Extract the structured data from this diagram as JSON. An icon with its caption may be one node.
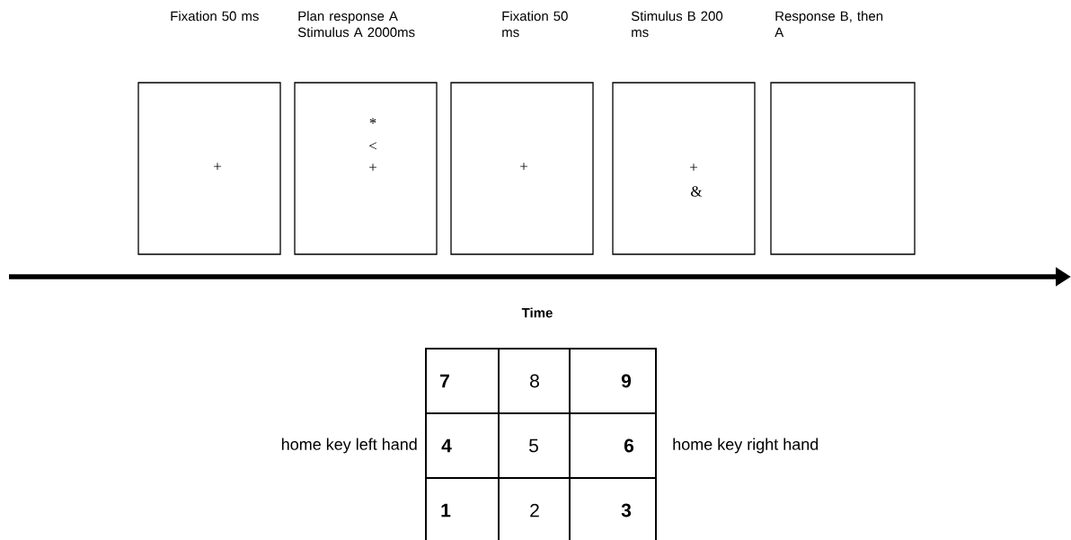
{
  "diagram": {
    "nodes": [
      {
        "text": [
          "Fixation 50 ms",
          "+"
        ]
      },
      {
        "text": [
          "Plan response A Stimulus A 2000ms",
          "*",
          "<",
          "+"
        ]
      },
      {
        "text": [
          "Fixation 50 ms",
          "+"
        ]
      },
      {
        "text": [
          "Stimulus B 200 ms",
          "+",
          "&"
        ]
      },
      {
        "text": [
          "Response B, then A"
        ]
      }
    ],
    "labels": [
      "Time",
      "7",
      "8",
      "9",
      "home key left hand",
      "4",
      "5",
      "6",
      "home key right hand",
      "1",
      "2",
      "3"
    ]
  }
}
